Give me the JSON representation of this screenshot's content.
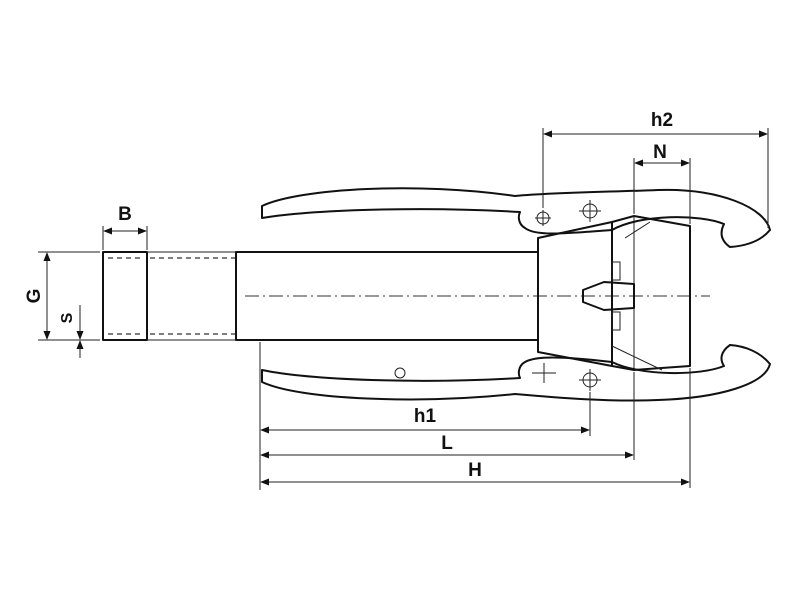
{
  "dimensions": {
    "B": "B",
    "G": "G",
    "S": "S",
    "h1": "h1",
    "L": "L",
    "H": "H",
    "h2": "h2",
    "N": "N"
  },
  "colors": {
    "line": "#111111",
    "background": "#ffffff"
  }
}
